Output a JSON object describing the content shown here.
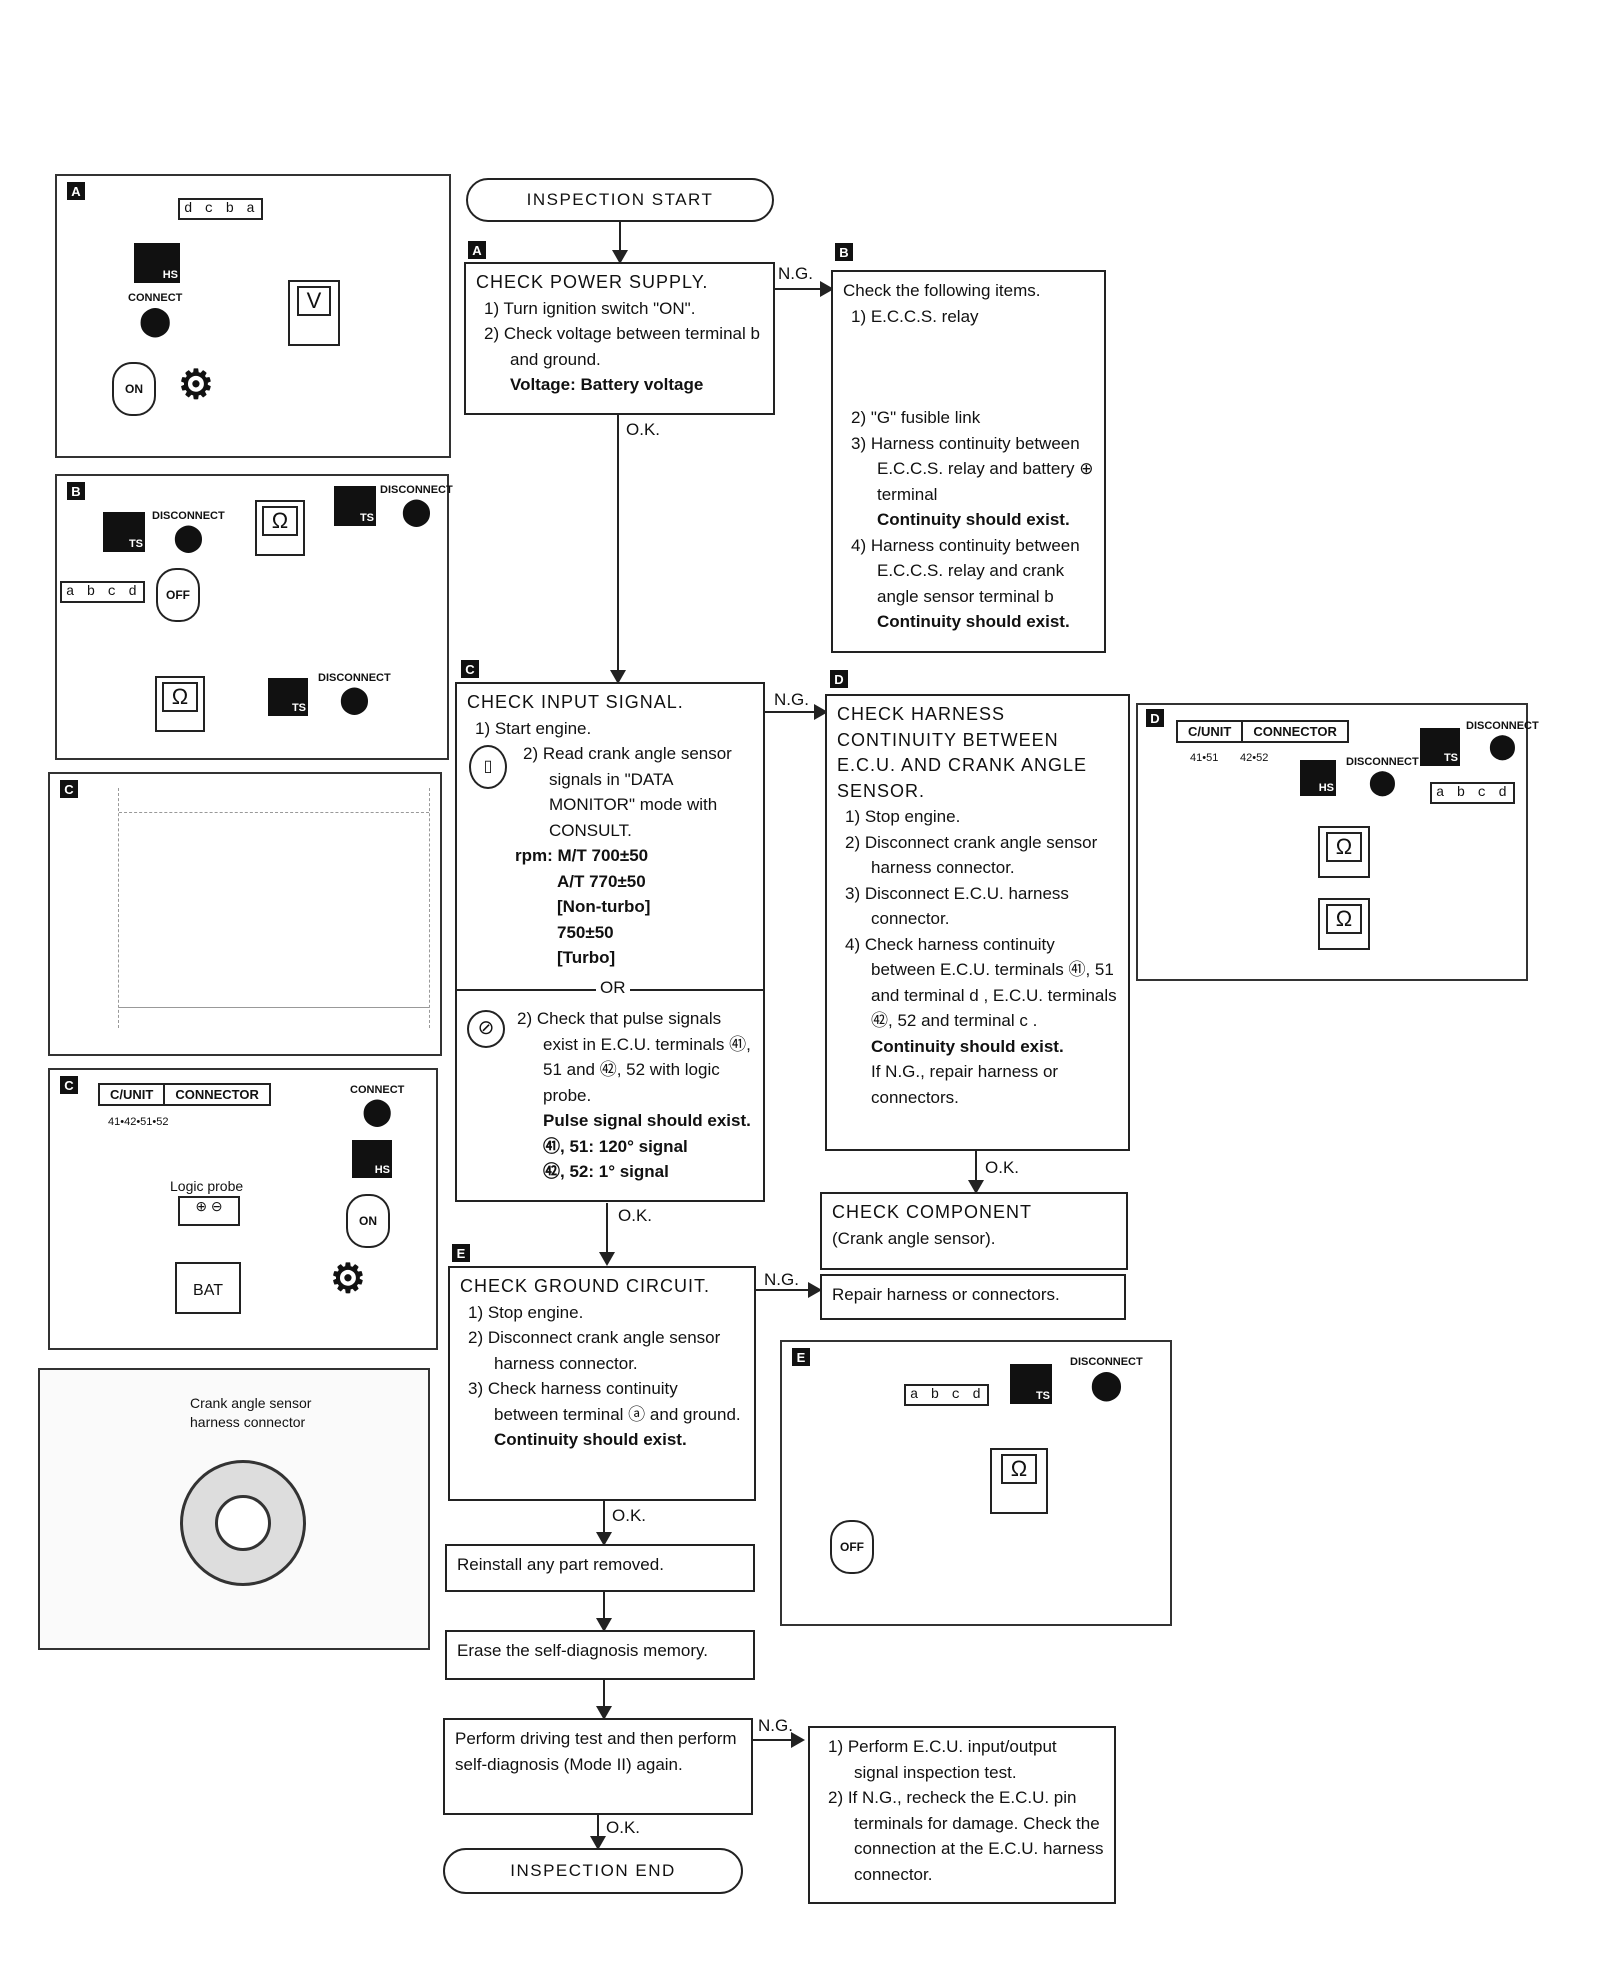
{
  "start": "INSPECTION START",
  "end": "INSPECTION END",
  "ok": "O.K.",
  "ng": "N.G.",
  "or": "OR",
  "tags": {
    "a": "A",
    "b": "B",
    "c": "C",
    "d": "D",
    "e": "E"
  },
  "stepA": {
    "title": "CHECK POWER SUPPLY.",
    "s1": "1) Turn ignition switch \"ON\".",
    "s2": "2) Check voltage between terminal b and ground.",
    "result": "Voltage: Battery voltage"
  },
  "stepB": {
    "intro": "Check the following items.",
    "s1": "1) E.C.C.S. relay",
    "s2": "2) \"G\" fusible link",
    "s3": "3) Harness continuity between E.C.C.S. relay and battery ⊕ terminal",
    "s3r": "Continuity should exist.",
    "s4": "4) Harness continuity between E.C.C.S. relay and crank angle sensor terminal b",
    "s4r": "Continuity should exist."
  },
  "stepC": {
    "title": "CHECK INPUT SIGNAL.",
    "s1": "1) Start engine.",
    "s2": "2) Read crank angle sensor signals in \"DATA MONITOR\" mode with CONSULT.",
    "rpm_label": "rpm:",
    "rpm1": "M/T 700±50",
    "rpm2": "A/T 770±50",
    "rpm3": "[Non-turbo]",
    "rpm4": "750±50",
    "rpm5": "[Turbo]",
    "alt": "2) Check that pulse signals exist in E.C.U. terminals ㊶, 51 and ㊷, 52 with logic probe.",
    "altr": "Pulse signal should exist.",
    "sig1": "㊶, 51:  120° signal",
    "sig2": "㊷, 52:  1° signal"
  },
  "stepD": {
    "title": "CHECK HARNESS CONTINUITY BETWEEN E.C.U. AND CRANK ANGLE SENSOR.",
    "s1": "1) Stop engine.",
    "s2": "2) Disconnect crank angle sensor harness connector.",
    "s3": "3) Disconnect E.C.U. harness connector.",
    "s4": "4) Check harness continuity between E.C.U. terminals ㊶, 51 and terminal d , E.C.U. terminals ㊷, 52 and terminal c .",
    "r": "Continuity should exist.",
    "r2": "If N.G., repair harness or connectors."
  },
  "component": {
    "l1": "CHECK COMPONENT",
    "l2": "(Crank angle sensor)."
  },
  "repair": "Repair harness or connectors.",
  "stepE": {
    "title": "CHECK GROUND CIRCUIT.",
    "s1": "1) Stop engine.",
    "s2": "2) Disconnect crank angle sensor harness connector.",
    "s3": "3) Check harness continuity between terminal ⓐ and ground.",
    "r": "Continuity should exist."
  },
  "reinstall": "Reinstall any part removed.",
  "erase": "Erase the self-diagnosis memory.",
  "drive": "Perform driving test and then perform self-diagnosis (Mode II) again.",
  "final": {
    "s1": "1) Perform E.C.U. input/output signal inspection test.",
    "s2": "2) If N.G., recheck the E.C.U. pin terminals for damage. Check the connection at the E.C.U. harness connector."
  },
  "panels": {
    "connector4": "d c b a",
    "connector4b": "a b c d",
    "volt": "V",
    "ohm": "Ω",
    "hs": "HS",
    "ts": "TS",
    "connect": "CONNECT",
    "disconnect": "DISCONNECT",
    "on": "ON",
    "off": "OFF",
    "cunit": "C/UNIT",
    "connector": "CONNECTOR",
    "pins_all": "41•42•51•52",
    "pins_a": "41•51",
    "pins_b": "42•52",
    "logic": "Logic probe",
    "bat": "BAT",
    "sensor1": "Crank angle sensor",
    "sensor2": "harness connector"
  }
}
